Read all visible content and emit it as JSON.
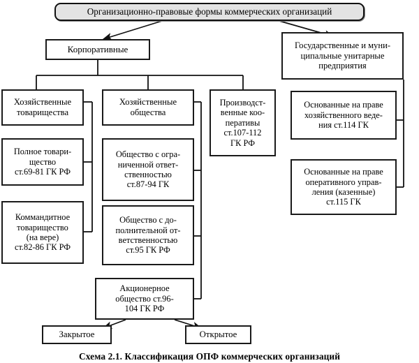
{
  "diagram": {
    "caption": "Схема 2.1. Классификация ОПФ коммерческих организаций",
    "root": {
      "label": "Организационно-правовые формы коммерческих организаций"
    },
    "branches": {
      "corporate": {
        "label": "Корпоративные"
      },
      "state": {
        "label": "Государственные и муни-\nципальные унитарные\nпредприятия"
      }
    },
    "level2": [
      {
        "id": "partnerships",
        "label": "Хозяйственные\nтоварищества"
      },
      {
        "id": "companies",
        "label": "Хозяйственные\nобщества"
      },
      {
        "id": "cooperatives",
        "label": "Производст-\nвенные коо-\nперативы\nст.107-112\nГК РФ"
      }
    ],
    "partnership_children": [
      {
        "id": "full-partnership",
        "label": "Полное товари-\nщество\nст.69-81 ГК РФ"
      },
      {
        "id": "limited-partnership",
        "label": "Коммандитное\nтоварищество\n(на вере)\nст.82-86 ГК РФ"
      }
    ],
    "company_children": [
      {
        "id": "ooo",
        "label": "Общество с огра-\nниченной ответ-\nственностью\nст.87-94 ГК"
      },
      {
        "id": "odo",
        "label": "Общество с до-\nполнительной от-\nветственностью\nст.95 ГК РФ"
      },
      {
        "id": "ao",
        "label": "Акционерное\nобщество ст.96-\n104 ГК РФ"
      }
    ],
    "ao_children": [
      {
        "id": "closed",
        "label": "Закрытое"
      },
      {
        "id": "open",
        "label": "Открытое"
      }
    ],
    "state_children": [
      {
        "id": "economic-management",
        "label": "Основанные на праве\nхозяйственного веде-\nния ст.114 ГК"
      },
      {
        "id": "operational-management",
        "label": "Основанные на праве\nоперативного управ-\nления (казенные)\nст.115 ГК"
      }
    ],
    "colors": {
      "line": "#111111",
      "root_fill": "#e3e3e3",
      "node_fill": "#ffffff",
      "text": "#000000"
    }
  }
}
